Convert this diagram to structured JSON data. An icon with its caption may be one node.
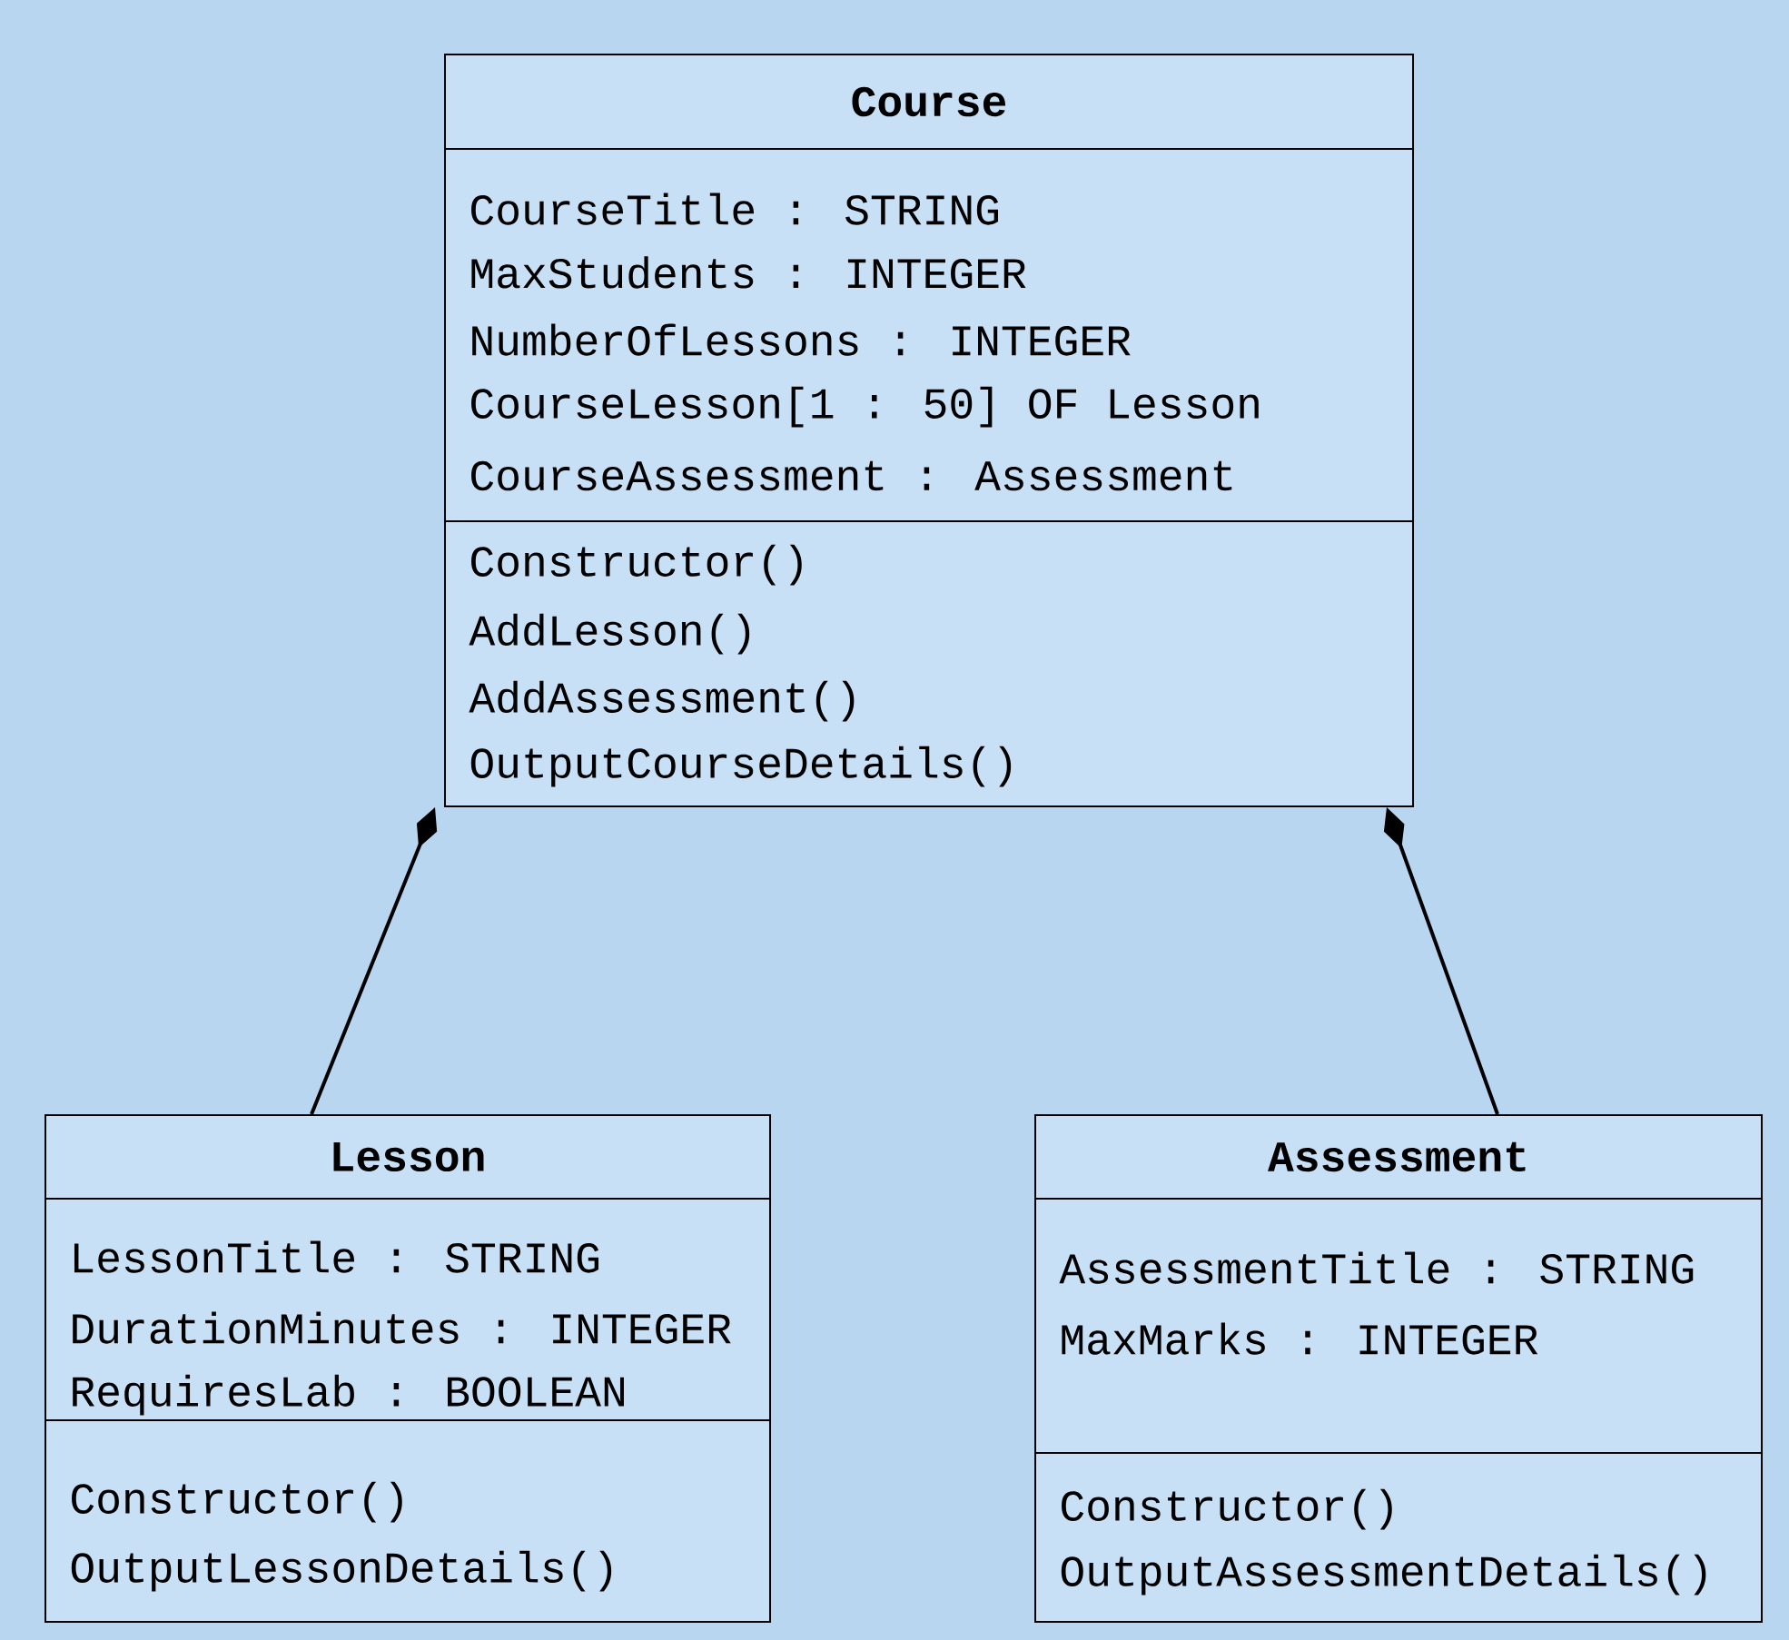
{
  "diagram": {
    "nodes": [
      {
        "text": [
          "Course",
          "CourseTitle : STRING",
          "MaxStudents : INTEGER",
          "NumberOfLessons : INTEGER",
          "CourseLesson[1 : 50] OF Lesson",
          "CourseAssessment : Assessment",
          "Constructor()",
          "AddLesson()",
          "AddAssessment()",
          "OutputCourseDetails()"
        ]
      },
      {
        "text": [
          "Lesson",
          "LessonTitle : STRING",
          "DurationMinutes : INTEGER",
          "RequiresLab : BOOLEAN",
          "Constructor()",
          "OutputLessonDetails()"
        ]
      },
      {
        "text": [
          "Assessment",
          "AssessmentTitle : STRING",
          "MaxMarks : INTEGER",
          "Constructor()",
          "OutputAssessmentDetails()"
        ]
      }
    ],
    "edges": [
      {
        "from": 0,
        "to": 1,
        "arrow": "other"
      },
      {
        "from": 0,
        "to": 2,
        "arrow": "other"
      }
    ]
  }
}
